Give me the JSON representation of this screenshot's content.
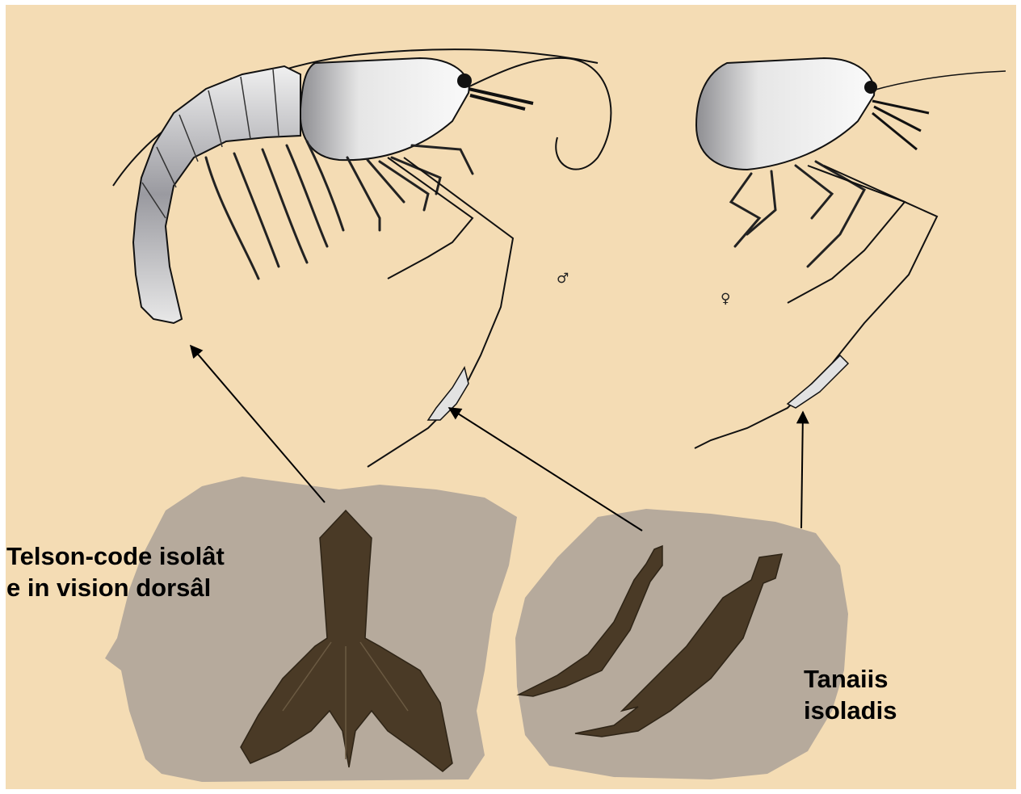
{
  "colors": {
    "background": "#f4dcb4",
    "matrix": "#b6aa9c",
    "fossil": "#4a3a26",
    "shrimp_body": "#f2f2f0",
    "shrimp_shade": "#7c7c80",
    "outline": "#111111",
    "arrow": "#000000"
  },
  "labels": {
    "telson_line1": "Telson-code isolât",
    "telson_line2": "e in vision dorsâl",
    "tanaiis_line1": "Tanaiis",
    "tanaiis_line2": "isoladis"
  },
  "symbols": {
    "male": "♂",
    "female": "♀"
  },
  "icons": [
    "male-symbol-icon",
    "female-symbol-icon"
  ]
}
